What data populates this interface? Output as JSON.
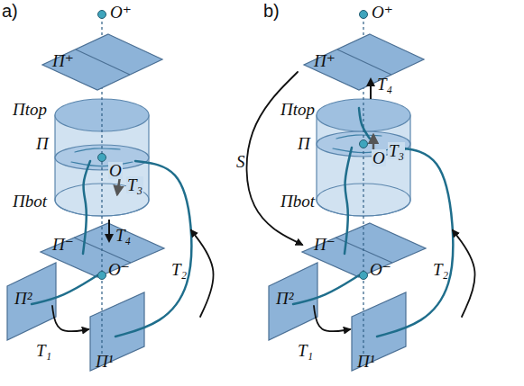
{
  "diagram": {
    "labels": [
      "a)",
      "O⁺",
      "Π⁺",
      "Πtop",
      "Π",
      "O",
      "Πbot",
      "T₃",
      "T₄",
      "Π⁻",
      "Π²",
      "O⁻",
      "T₁",
      "Π¹",
      "T₂",
      "b)",
      "O⁺",
      "Π⁺",
      "Πtop",
      "T₄",
      "Π",
      "T₃",
      "O",
      "S",
      "Πbot",
      "T₂",
      "Π⁻",
      "Π²",
      "O⁻",
      "T₁",
      "Π¹"
    ]
  }
}
